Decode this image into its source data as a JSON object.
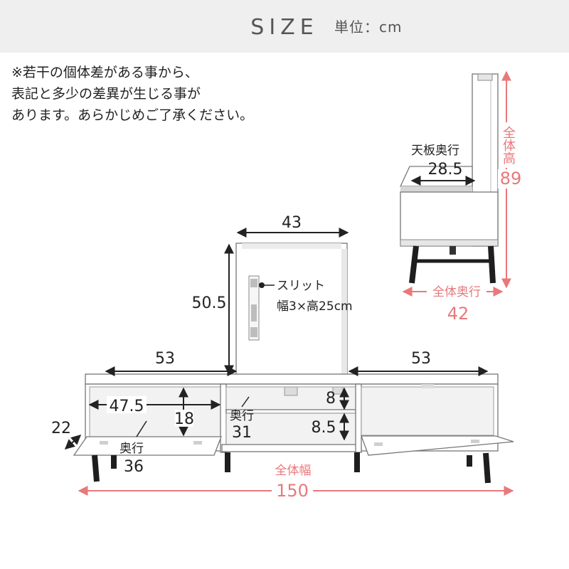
{
  "header": {
    "title": "SIZE",
    "unit": "単位：cm"
  },
  "note": {
    "lines": [
      "※若干の個体差がある事から、",
      "表記と多少の差異が生じる事が",
      "あります。あらかじめご了承ください。"
    ]
  },
  "side_view": {
    "top_depth_label": "天板奥行",
    "top_depth": "28.5",
    "total_height_label": "全体高",
    "total_height": "89",
    "total_depth_label": "全体奥行",
    "total_depth": "42"
  },
  "front_view": {
    "panel_width": "43",
    "panel_height": "50.5",
    "slit_label": "スリット",
    "slit_size": "幅3×高25cm",
    "left_width": "53",
    "right_width": "53",
    "left_inner_width": "47.5",
    "left_inner_height": "18",
    "flap_depth": "22",
    "left_depth_label": "奥行",
    "left_depth": "36",
    "middle_upper_height": "8",
    "middle_lower_height": "8.5",
    "middle_depth_label": "奥行",
    "middle_depth": "31",
    "total_width_label": "全体幅",
    "total_width": "150"
  },
  "colors": {
    "accent": "#e9787a",
    "header_bg": "#efefef",
    "text": "#222222",
    "legs": "#1e1e1e"
  }
}
